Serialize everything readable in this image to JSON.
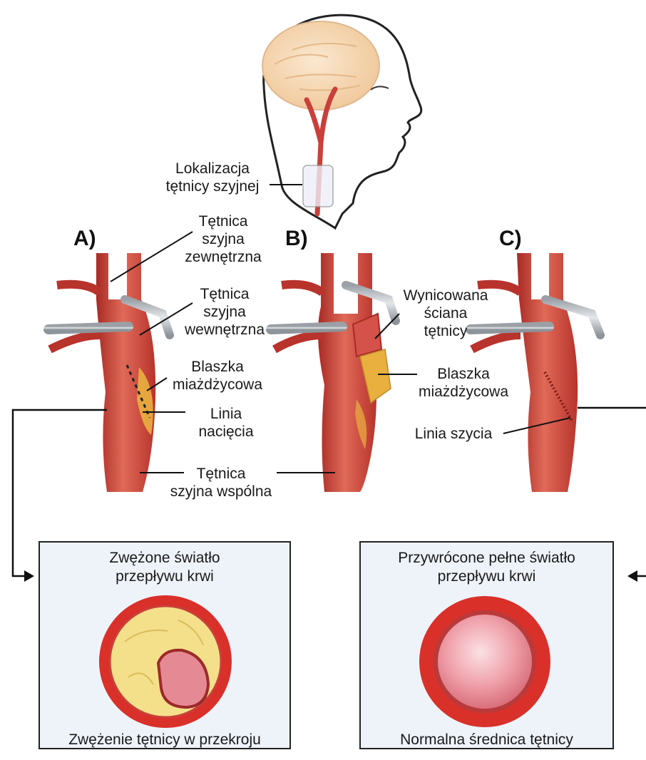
{
  "head_label": {
    "line1": "Lokalizacja",
    "line2": "tętnicy szyjnej"
  },
  "panels": {
    "a": "A)",
    "b": "B)",
    "c": "C)"
  },
  "labels": {
    "external_carotid": {
      "line1": "Tętnica",
      "line2": "szyjna",
      "line3": "zewnętrzna"
    },
    "internal_carotid": {
      "line1": "Tętnica",
      "line2": "szyjna",
      "line3": "wewnętrzna"
    },
    "plaque_a": {
      "line1": "Blaszka",
      "line2": "miażdżycowa"
    },
    "incision_line": {
      "line1": "Linia",
      "line2": "nacięcia"
    },
    "common_carotid": {
      "line1": "Tętnica",
      "line2": "szyjna wspólna"
    },
    "everted_wall": {
      "line1": "Wynicowana",
      "line2": "ściana",
      "line3": "tętnicy"
    },
    "plaque_b": {
      "line1": "Blaszka",
      "line2": "miażdżycowa"
    },
    "suture_line": "Linia szycia"
  },
  "boxes": {
    "left": {
      "top_line1": "Zwężone światło",
      "top_line2": "przepływu krwi",
      "bottom": "Zwężenie tętnicy w przekroju"
    },
    "right": {
      "top_line1": "Przywrócone pełne światło",
      "top_line2": "przepływu krwi",
      "bottom": "Normalna średnica tętnicy"
    }
  },
  "colors": {
    "artery": "#c9403a",
    "artery_light": "#e47a6a",
    "plaque": "#e9b040",
    "brain": "#f6d9b4",
    "box_bg": "#eef3fa",
    "lumen_pink": "#e58a94"
  }
}
